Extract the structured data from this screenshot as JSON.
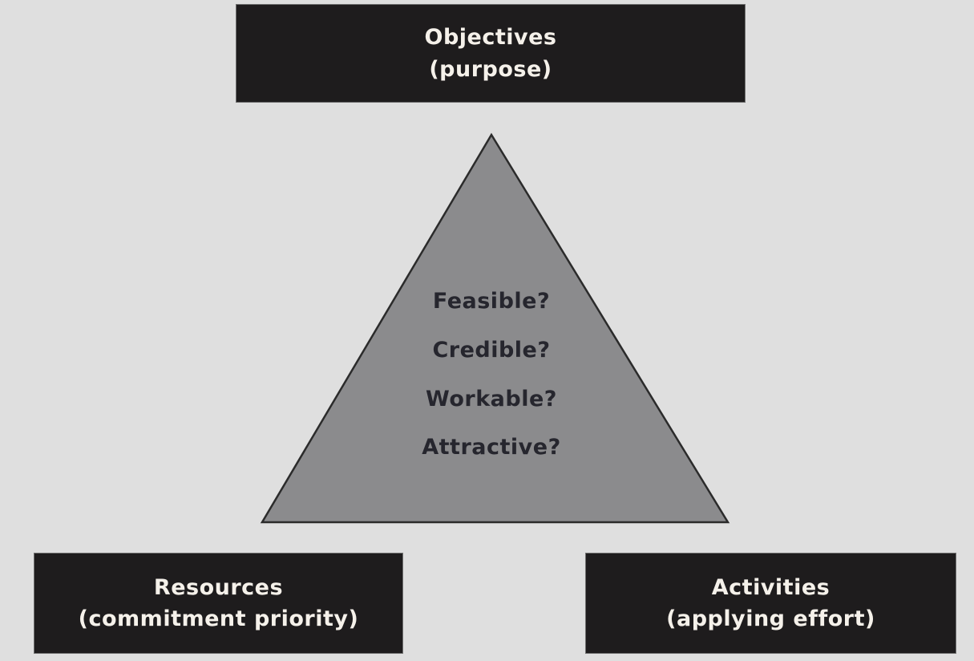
{
  "diagram": {
    "description": "Strategy triangle diagram linking objectives, resources and activities",
    "top_box": {
      "line1": "Objectives",
      "line2": "(purpose)"
    },
    "bottom_left_box": {
      "line1": "Resources",
      "line2": "(commitment priority)"
    },
    "bottom_right_box": {
      "line1": "Activities",
      "line2": "(applying effort)"
    },
    "triangle_labels": [
      "Feasible?",
      "Credible?",
      "Workable?",
      "Attractive?"
    ],
    "colors": {
      "background": "#dfdfdf",
      "box_background": "#1e1c1d",
      "box_text": "#f5f1ea",
      "triangle_fill": "#8b8b8d",
      "triangle_stroke": "#2b2b2b",
      "triangle_text": "#26262e"
    }
  }
}
